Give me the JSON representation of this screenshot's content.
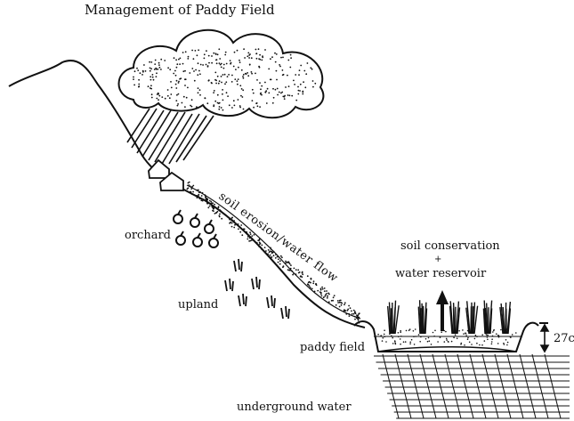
{
  "title": "Management of Paddy Field",
  "labels": {
    "orchard": "orchard",
    "upland": "upland",
    "paddy_field": "paddy field",
    "underground_water": "underground water",
    "soil_erosion": "soil erosion/water flow",
    "soil_conservation": "soil conservation",
    "plus": "+",
    "water_reservoir": "water reservoir",
    "depth": "27c"
  },
  "colors": {
    "ink": "#111111",
    "background": "#ffffff"
  }
}
